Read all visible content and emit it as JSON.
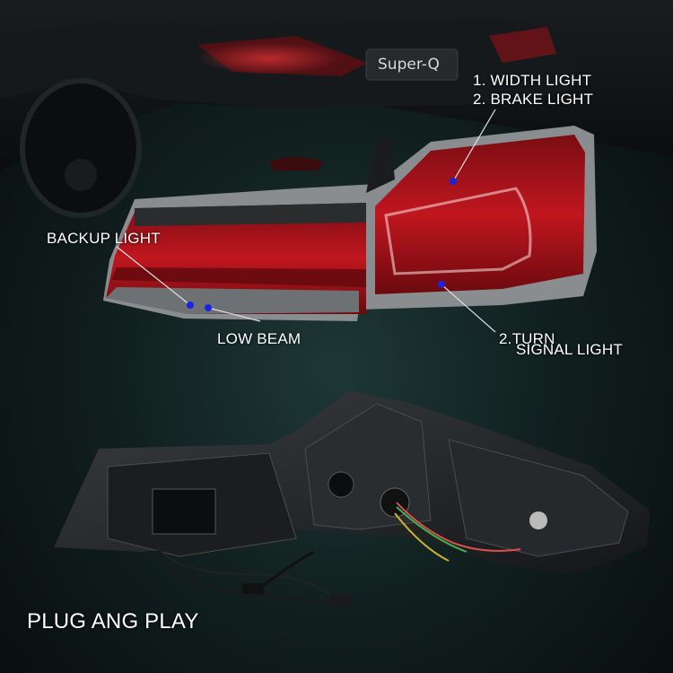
{
  "labels": {
    "width_light": "1. WIDTH  LIGHT",
    "brake_light": "2. BRAKE LIGHT",
    "backup_light": "BACKUP LIGHT",
    "low_beam": "LOW BEAM",
    "turn_signal_line1": "2.TURN",
    "turn_signal_line2": "SIGNAL LIGHT",
    "plug_and_play": "PLUG ANG PLAY"
  },
  "badge": "Super-Q",
  "colors": {
    "lamp_red": "#b0131b",
    "marker_dot": "#1a22e6",
    "leader_line": "#e0e0e0",
    "background": "#11201f"
  }
}
